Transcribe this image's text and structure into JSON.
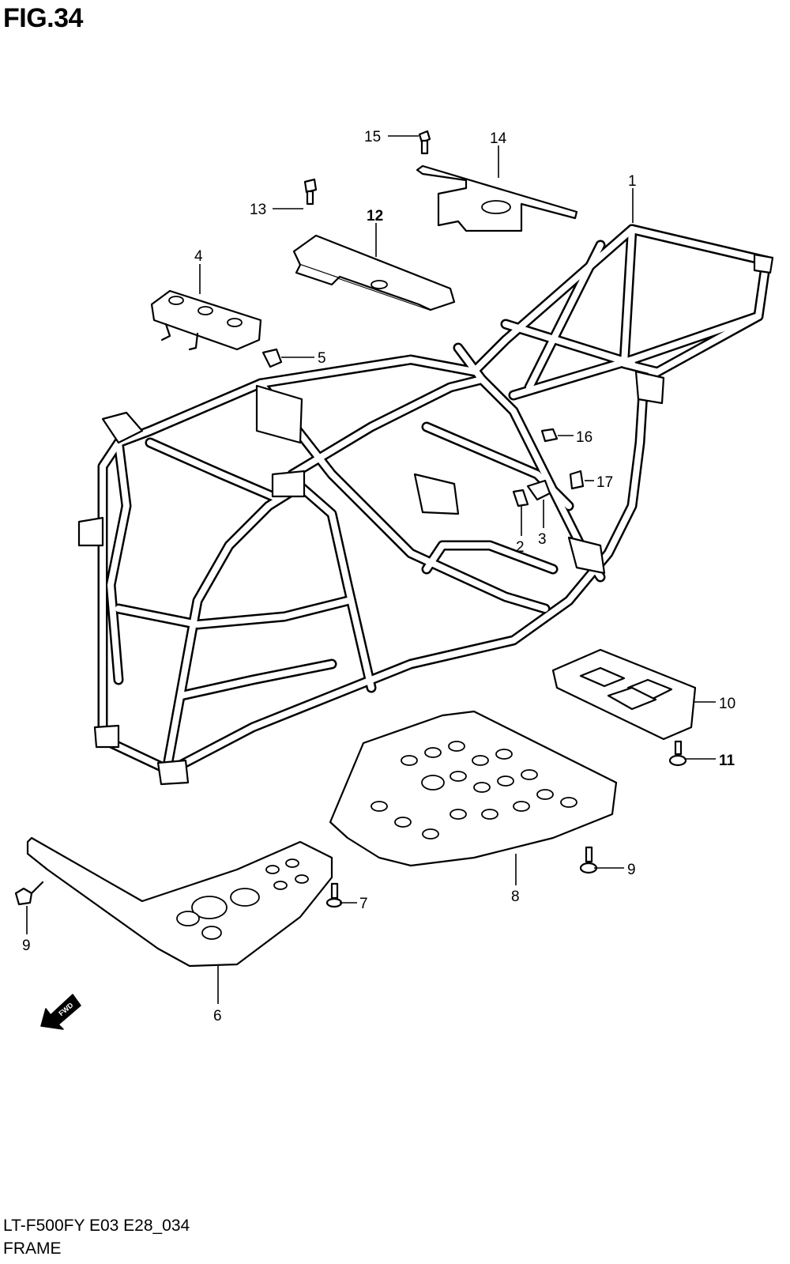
{
  "figure": {
    "title": "FIG.34"
  },
  "callouts": [
    {
      "id": "c1",
      "label": "1"
    },
    {
      "id": "c2",
      "label": "2"
    },
    {
      "id": "c3",
      "label": "3"
    },
    {
      "id": "c4",
      "label": "4"
    },
    {
      "id": "c5",
      "label": "5"
    },
    {
      "id": "c6",
      "label": "6"
    },
    {
      "id": "c7",
      "label": "7"
    },
    {
      "id": "c8",
      "label": "8"
    },
    {
      "id": "c9a",
      "label": "9"
    },
    {
      "id": "c9b",
      "label": "9"
    },
    {
      "id": "c10",
      "label": "10"
    },
    {
      "id": "c11",
      "label": "11"
    },
    {
      "id": "c12",
      "label": "12"
    },
    {
      "id": "c13",
      "label": "13"
    },
    {
      "id": "c14",
      "label": "14"
    },
    {
      "id": "c15",
      "label": "15"
    },
    {
      "id": "c16",
      "label": "16"
    },
    {
      "id": "c17",
      "label": "17"
    }
  ],
  "fwd_arrow": {
    "label": "FWD"
  },
  "footer": {
    "model_code": "LT-F500FY E03 E28_034",
    "section_name": "FRAME"
  }
}
